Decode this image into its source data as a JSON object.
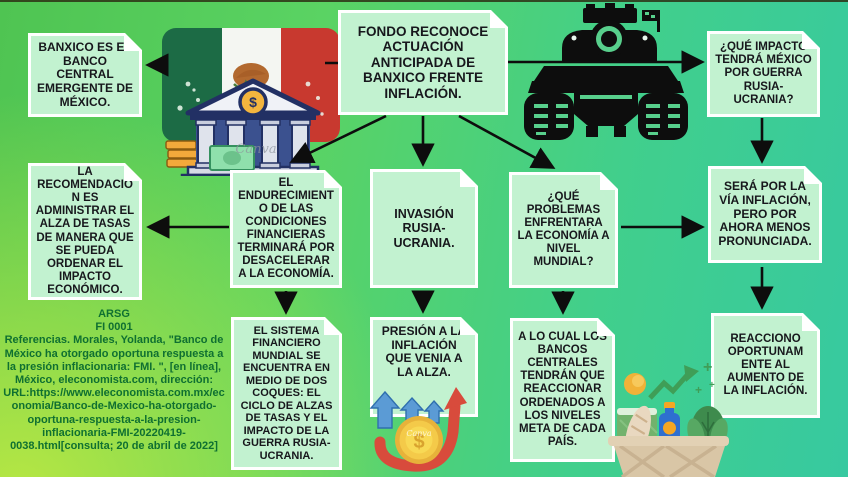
{
  "notes": {
    "banxico": "BANXICO ES EL BANCO CENTRAL EMERGENTE DE MÉXICO.",
    "fondo": "FONDO RECONOCE ACTUACIÓN ANTICIPADA DE BANXICO FRENTE INFLACIÓN.",
    "impacto": "¿QUÉ IMPACTO TENDRÁ MÉXICO POR GUERRA RUSIA- UCRANIA?",
    "recomendacion": "LA RECOMENDACIÓN ES ADMINISTRAR EL ALZA DE TASAS DE MANERA QUE SE PUEDA ORDENAR EL IMPACTO ECONÓMICO.",
    "endurecimiento": "EL ENDURECIMIENTO DE LAS CONDICIONES FINANCIERAS TERMINARÁ POR DESACELERAR A LA ECONOMÍA.",
    "sistema": "EL SISTEMA FINANCIERO MUNDIAL SE ENCUENTRA EN MEDIO DE DOS COQUES: EL CICLO DE ALZAS DE TASAS Y EL IMPACTO DE LA GUERRA RUSIA- UCRANIA.",
    "invasion": "INVASIÓN RUSIA- UCRANIA.",
    "presion": "PRESIÓN A LA INFLACIÓN QUE VENIA A LA ALZA.",
    "problemas": "¿QUÉ PROBLEMAS ENFRENTARA LA ECONOMÍA A NIVEL MUNDIAL?",
    "bancos": "A LO CUAL LOS BANCOS CENTRALES TENDRÁN QUE REACCIONAR ORDENADOS A LOS NIVELES META DE CADA PAÍS.",
    "via_inflacion": "SERÁ POR LA VÍA INFLACIÓN, PERO POR AHORA MENOS PRONUNCIADA.",
    "reacciono": "REACCIONO OPORTUNAM ENTE AL AUMENTO DE LA INFLACIÓN."
  },
  "references": {
    "author_initials": "ARSG",
    "course_code": "FI 0001",
    "body": "Referencias. Morales, Yolanda, \"Banco de México ha otorgado oportuna respuesta a la presión inflacionaria: FMI. \", [en línea], México, eleconomista.com, dirección: URL:https://www.eleconomista.com.mx/economia/Banco-de-Mexico-ha-otorgado-oportuna-respuesta-a-la-presion-inflacionaria-FMI-20220419-0038.html[consulta; 20 de abril de 2022]"
  },
  "watermark": "Canva",
  "illustrations": {
    "bank": "banco-de-mexico-con-bandera",
    "tank": "tanque-guerra",
    "coin": "moneda-inflacion-flechas",
    "basket": "canasta-basica"
  },
  "colors": {
    "note_fill": "#c2f2d0",
    "note_border": "#ffffff",
    "note_text": "#17171c",
    "reference_text": "#0f7031",
    "arrow": "#0d0d0d",
    "bg_green": "#5ad363",
    "bg_teal": "#37c9a0",
    "bg_lime": "#bee942",
    "flag_green": "#1c6b45",
    "flag_red": "#c8392f",
    "coin_gold": "#f4ca49",
    "inflation_arrow_red": "#d84b3c",
    "up_arrow_blue": "#5b9bd5",
    "trend_arrow_green": "#3f9e57"
  }
}
